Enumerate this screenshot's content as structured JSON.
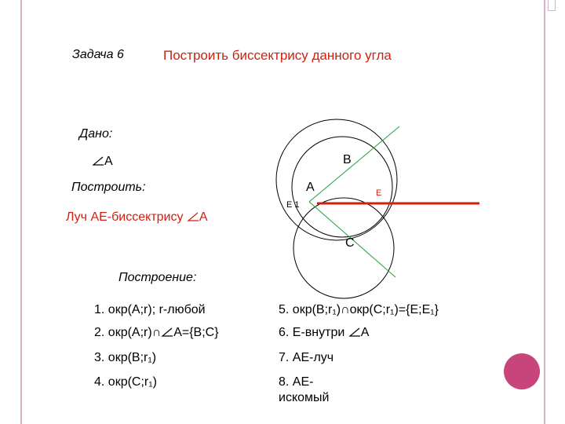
{
  "task": {
    "number": "Задача 6",
    "title": "Построить биссектрису данного угла"
  },
  "given": {
    "label": "Дано:",
    "angle": "A"
  },
  "construct": {
    "label": "Построить:",
    "ray_text": "Луч  АЕ-биссектрису ",
    "ray_angle": "А"
  },
  "diagram": {
    "label_B": "B",
    "label_A": "A",
    "label_E": "E",
    "label_E1": "E 1",
    "label_C": "C"
  },
  "construction": {
    "label": "Построение:",
    "step1": "1. окр(А;r); r-любой",
    "step2_a": "2. окр(А;r)",
    "step2_b": "А={В;С}",
    "step3": "3. окр(В;r₁)",
    "step4": "4. окр(С;r₁)",
    "step5_a": "5. окр(В;r₁)",
    "step5_b": "окр(С;r₁)={Е;Е₁}",
    "step6_a": "6. Е-внутри ",
    "step6_b": "А",
    "step7": "7. АЕ-луч",
    "step8": "8. АЕ-искомый"
  },
  "colors": {
    "red": "#d02010",
    "green": "#1fa23a",
    "frame": "#d8b2c8",
    "accent": "#c7457a"
  }
}
